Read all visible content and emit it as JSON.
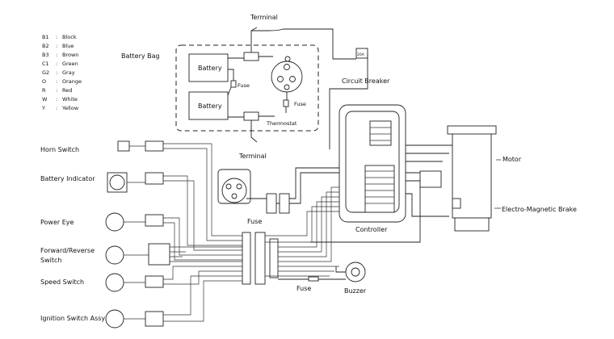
{
  "legend": [
    {
      "code": "B1",
      "name": "Block"
    },
    {
      "code": "B2",
      "name": "Blue"
    },
    {
      "code": "B3",
      "name": "Brown"
    },
    {
      "code": "C1",
      "name": "Green"
    },
    {
      "code": "G2",
      "name": "Gray"
    },
    {
      "code": "O",
      "name": "Orange"
    },
    {
      "code": "R",
      "name": "Red"
    },
    {
      "code": "W",
      "name": "White"
    },
    {
      "code": "Y",
      "name": "Yellow"
    }
  ],
  "labels": {
    "terminal_top": "Terminal",
    "terminal_bottom": "Terminal",
    "battery_bag": "Battery Bag",
    "battery_1": "Battery",
    "battery_2": "Battery",
    "fuse_bag_1": "Fuse",
    "fuse_bag_2": "Fuse",
    "thermostat": "Thermostat",
    "circuit_breaker": "Circuit Breaker",
    "breaker_rating": "20A",
    "horn_switch": "Horn Switch",
    "battery_indicator": "Battery Indicator",
    "power_eye": "Power Eye",
    "forward_reverse_1": "Forward/Reverse",
    "forward_reverse_2": "Switch",
    "speed_switch": "Speed Switch",
    "ignition_switch": "Ignition Switch Assy",
    "fuse_mid": "Fuse",
    "fuse_low": "Fuse",
    "controller": "Controller",
    "motor": "Motor",
    "brake": "Electro-Magnetic Brake",
    "buzzer": "Buzzer"
  }
}
